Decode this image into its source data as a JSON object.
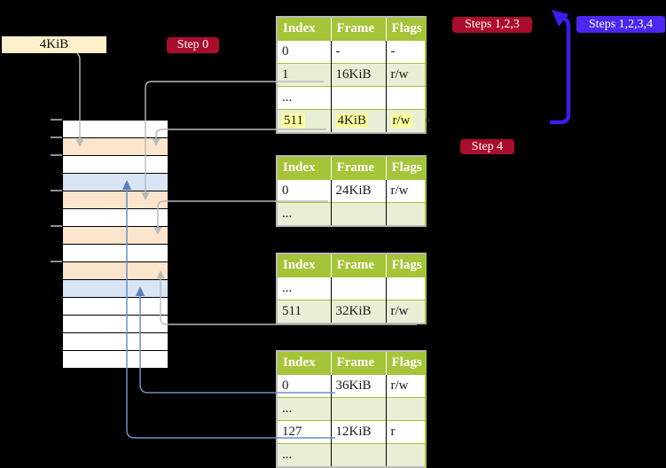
{
  "page": {
    "background": "#000000"
  },
  "page_size_label": {
    "text": "4KiB",
    "background": "#fdf0cb"
  },
  "badges": {
    "step0": {
      "text": "Step 0",
      "color": "#aa0e2c"
    },
    "steps123": {
      "text": "Steps 1,2,3",
      "color": "#aa0e2c"
    },
    "steps1234": {
      "text": "Steps 1,2,3,4",
      "color": "#4b27f0"
    },
    "step4": {
      "text": "Step 4",
      "color": "#aa0e2c"
    }
  },
  "tables": [
    {
      "name": "page-table-level-1",
      "headers": [
        "Index",
        "Frame",
        "Flags"
      ],
      "rows": [
        {
          "cells": [
            "0",
            "-",
            "-"
          ],
          "shaded": false,
          "highlighted": false
        },
        {
          "cells": [
            "1",
            "16KiB",
            "r/w"
          ],
          "shaded": true,
          "highlighted": false
        },
        {
          "cells": [
            "...",
            "",
            ""
          ],
          "shaded": false,
          "highlighted": false
        },
        {
          "cells": [
            "511",
            "4KiB",
            "r/w"
          ],
          "shaded": true,
          "highlighted": true
        }
      ]
    },
    {
      "name": "page-table-level-2",
      "headers": [
        "Index",
        "Frame",
        "Flags"
      ],
      "rows": [
        {
          "cells": [
            "0",
            "24KiB",
            "r/w"
          ],
          "shaded": false,
          "highlighted": false
        },
        {
          "cells": [
            "...",
            "",
            ""
          ],
          "shaded": true,
          "highlighted": false
        }
      ]
    },
    {
      "name": "page-table-level-3",
      "headers": [
        "Index",
        "Frame",
        "Flags"
      ],
      "rows": [
        {
          "cells": [
            "...",
            "",
            ""
          ],
          "shaded": false,
          "highlighted": false
        },
        {
          "cells": [
            "511",
            "32KiB",
            "r/w"
          ],
          "shaded": true,
          "highlighted": false
        }
      ]
    },
    {
      "name": "page-table-level-4",
      "headers": [
        "Index",
        "Frame",
        "Flags"
      ],
      "rows": [
        {
          "cells": [
            "0",
            "36KiB",
            "r/w"
          ],
          "shaded": false,
          "highlighted": false
        },
        {
          "cells": [
            "...",
            "",
            ""
          ],
          "shaded": true,
          "highlighted": false
        },
        {
          "cells": [
            "127",
            "12KiB",
            "r"
          ],
          "shaded": false,
          "highlighted": false
        },
        {
          "cells": [
            "...",
            "",
            ""
          ],
          "shaded": true,
          "highlighted": false
        }
      ]
    }
  ],
  "memory": {
    "rows": [
      "white",
      "peach",
      "white",
      "blue",
      "peach",
      "white",
      "peach",
      "white",
      "peach",
      "blue",
      "white",
      "white",
      "white",
      "white"
    ],
    "colors": {
      "white": "#ffffff",
      "peach": "#fbe5cd",
      "blue": "#d9e4f5"
    }
  },
  "connector_colors": {
    "gray": "#b9b9b9",
    "steel_blue": "#6b8fc3",
    "thick_arrow_blue": "#3a1de8"
  }
}
